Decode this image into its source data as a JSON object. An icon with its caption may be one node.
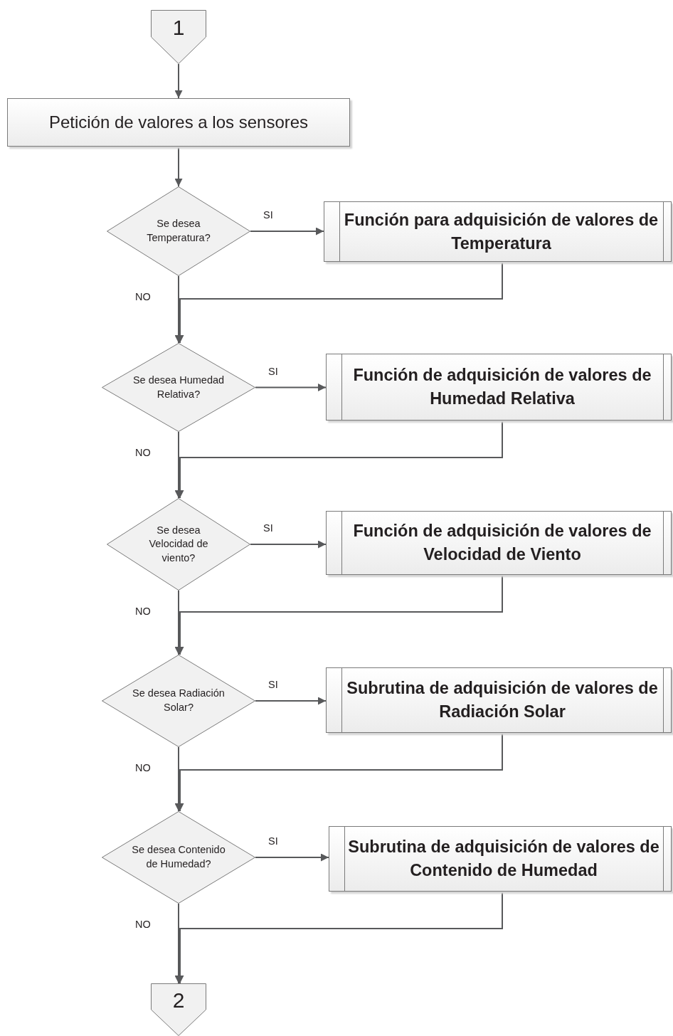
{
  "diagram": {
    "nodes": [
      {
        "text": [
          "1"
        ]
      },
      {
        "text": [
          "Petición de valores a los sensores"
        ]
      },
      {
        "text": [
          "Se desea Temperatura?"
        ]
      },
      {
        "text": [
          "Función para adquisición de valores de Temperatura"
        ]
      },
      {
        "text": [
          "Se desea Humedad Relativa?"
        ]
      },
      {
        "text": [
          "Función de adquisición de valores de Humedad Relativa"
        ]
      },
      {
        "text": [
          "Se desea Velocidad de viento?"
        ]
      },
      {
        "text": [
          "Función de adquisición de valores de Velocidad de Viento"
        ]
      },
      {
        "text": [
          "Se desea Radiación Solar?"
        ]
      },
      {
        "text": [
          "Subrutina de adquisición de valores de Radiación Solar"
        ]
      },
      {
        "text": [
          "Se desea Contenido de Humedad?"
        ]
      },
      {
        "text": [
          "Subrutina de adquisición de valores de Contenido de Humedad"
        ]
      },
      {
        "text": [
          "2"
        ]
      }
    ],
    "edges": [
      {
        "from": 0,
        "to": 1,
        "arrow": "to"
      },
      {
        "from": 1,
        "to": 2,
        "arrow": "to"
      },
      {
        "from": 2,
        "to": 3,
        "arrow": "to",
        "label": "SI"
      },
      {
        "from": 2,
        "to": 4,
        "arrow": "to",
        "label": "NO"
      },
      {
        "from": 3,
        "to": 4,
        "arrow": "to"
      },
      {
        "from": 4,
        "to": 5,
        "arrow": "to",
        "label": "SI"
      },
      {
        "from": 4,
        "to": 6,
        "arrow": "to",
        "label": "NO"
      },
      {
        "from": 5,
        "to": 6,
        "arrow": "to"
      },
      {
        "from": 6,
        "to": 7,
        "arrow": "to",
        "label": "SI"
      },
      {
        "from": 6,
        "to": 8,
        "arrow": "to",
        "label": "NO"
      },
      {
        "from": 7,
        "to": 8,
        "arrow": "to"
      },
      {
        "from": 8,
        "to": 9,
        "arrow": "to",
        "label": "SI"
      },
      {
        "from": 8,
        "to": 10,
        "arrow": "to",
        "label": "NO"
      },
      {
        "from": 9,
        "to": 10,
        "arrow": "to"
      },
      {
        "from": 10,
        "to": 11,
        "arrow": "to",
        "label": "SI"
      },
      {
        "from": 10,
        "to": 12,
        "arrow": "to",
        "label": "NO"
      },
      {
        "from": 11,
        "to": 12,
        "arrow": "to"
      }
    ]
  }
}
